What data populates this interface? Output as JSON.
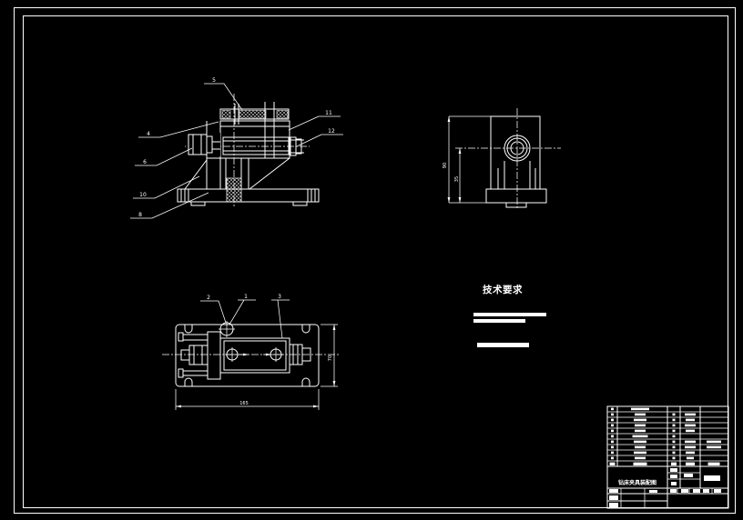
{
  "canvas": {
    "bg": "#000000",
    "line_color": "#ffffff"
  },
  "front_view": {
    "balloons": [
      {
        "label": "5"
      },
      {
        "label": "4"
      },
      {
        "label": "6"
      },
      {
        "label": "10"
      },
      {
        "label": "8"
      },
      {
        "label": "11"
      },
      {
        "label": "12"
      }
    ]
  },
  "side_view": {
    "dims": [
      {
        "label": "90"
      },
      {
        "label": "35"
      }
    ]
  },
  "top_view": {
    "balloons": [
      {
        "label": "2"
      },
      {
        "label": "1"
      },
      {
        "label": "3"
      }
    ],
    "dims": [
      {
        "label": "165"
      },
      {
        "label": "70"
      }
    ]
  },
  "tech_requirements": {
    "title": "技术要求",
    "bars": [
      [
        520,
        344,
        80,
        4
      ],
      [
        520,
        351,
        57,
        4
      ],
      [
        524,
        377,
        57,
        5
      ]
    ]
  },
  "title_block": {
    "title_text": "钻床夹具装配图",
    "bom_rows": [
      [
        3,
        20,
        0,
        0,
        0
      ],
      [
        3,
        12,
        3,
        12,
        0
      ],
      [
        3,
        14,
        3,
        10,
        0
      ],
      [
        3,
        12,
        3,
        12,
        0
      ],
      [
        3,
        12,
        3,
        10,
        0
      ],
      [
        3,
        17,
        3,
        0,
        0
      ],
      [
        3,
        14,
        3,
        12,
        16
      ],
      [
        3,
        12,
        3,
        12,
        16
      ],
      [
        3,
        14,
        3,
        10,
        0
      ],
      [
        3,
        12,
        3,
        8,
        0
      ],
      [
        6,
        15,
        6,
        10,
        13
      ]
    ],
    "bom_col_centers": [
      672.5,
      703,
      740,
      758,
      784
    ],
    "blobs": [
      [
        736,
        515,
        8,
        4
      ],
      [
        736,
        522,
        8,
        4
      ],
      [
        737,
        530,
        6,
        4
      ],
      [
        751,
        521,
        10,
        4
      ],
      [
        773,
        523,
        18,
        6
      ],
      [
        669,
        538,
        10,
        4
      ],
      [
        713,
        539,
        9,
        3
      ],
      [
        736,
        538,
        7,
        4
      ],
      [
        748,
        538,
        8,
        4
      ],
      [
        761,
        538,
        8,
        4
      ],
      [
        772,
        538,
        7,
        4
      ],
      [
        784,
        538,
        8,
        4
      ],
      [
        669,
        545,
        10,
        5
      ],
      [
        669,
        553,
        10,
        5
      ]
    ]
  }
}
